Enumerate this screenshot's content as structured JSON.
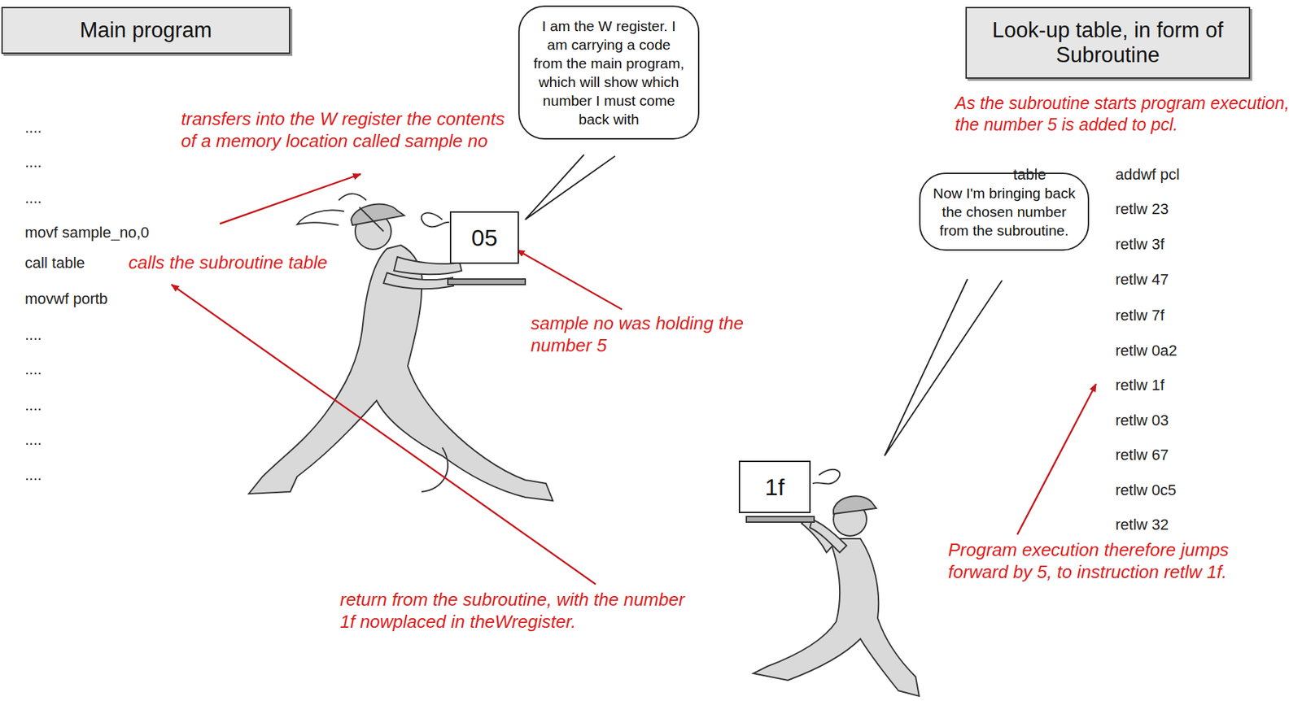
{
  "diagram": {
    "nodes": [
      {
        "text": [
          "Main program"
        ]
      },
      {
        "text": [
          "I am the W register. I am carrying a code from the main program, which will show which number I must come back with"
        ]
      },
      {
        "text": [
          "05"
        ]
      },
      {
        "text": [
          "Look-up table, in form of Subroutine"
        ]
      },
      {
        "text": [
          "Now I'm bringing back the chosen number from the subroutine."
        ]
      },
      {
        "text": [
          "1f"
        ]
      }
    ],
    "labels": [
      "....",
      "....",
      "....",
      "movf sample_no,0",
      "call table",
      "movwf portb",
      "....",
      "....",
      "....",
      "....",
      "....",
      "transfers into the W register the contents of a memory location called sample no",
      "calls the subroutine table",
      "sample no was holding the number 5",
      "As the subroutine starts program execution, the number 5 is added to pcl.",
      "table",
      "addwf pcl",
      "retlw 23",
      "retlw 3f",
      "retlw 47",
      "retlw 7f",
      "retlw 0a2",
      "retlw 1f",
      "retlw 03",
      "retlw 67",
      "retlw 0c5",
      "retlw 32",
      "return from the subroutine, with the number 1f nowplaced in theWregister.",
      "Program execution therefore jumps forward by 5, to instruction retlw 1f."
    ]
  }
}
